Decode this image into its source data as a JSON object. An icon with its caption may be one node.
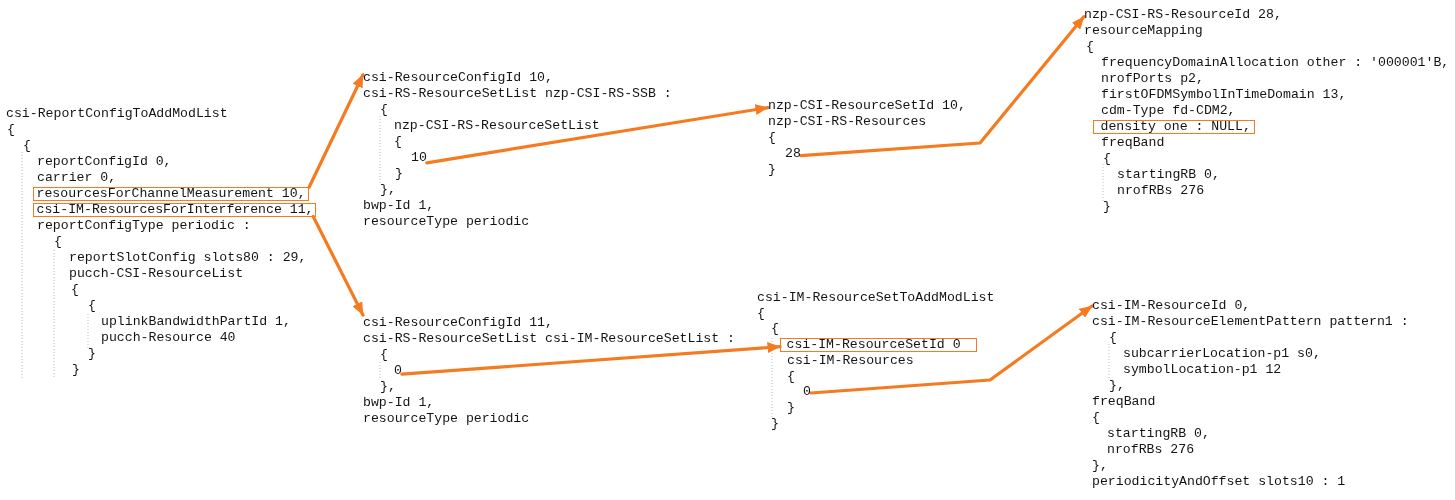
{
  "diagram": {
    "nodes": [
      {
        "text": [
          "resourcesForChannelMeasurement 10,"
        ]
      },
      {
        "text": [
          "csi-IM-ResourcesForInterference 11,"
        ]
      },
      {
        "text": [
          "csi-ResourceConfigId 10,"
        ]
      },
      {
        "text": [
          "10"
        ]
      },
      {
        "text": [
          "csi-ResourceConfigId 11,"
        ]
      },
      {
        "text": [
          "0"
        ]
      },
      {
        "text": [
          "nzp-CSI-ResourceSetId 10,"
        ]
      },
      {
        "text": [
          "28"
        ]
      },
      {
        "text": [
          "csi-IM-ResourceSetId 0"
        ]
      },
      {
        "text": [
          "0"
        ]
      },
      {
        "text": [
          "nzp-CSI-RS-ResourceId 28,"
        ]
      },
      {
        "text": [
          "density one : NULL,"
        ]
      },
      {
        "text": [
          "csi-IM-ResourceId 0,"
        ]
      }
    ],
    "edges": [
      {
        "from": 0,
        "to": 2,
        "arrow": "to"
      },
      {
        "from": 1,
        "to": 4,
        "arrow": "to"
      },
      {
        "from": 3,
        "to": 6,
        "arrow": "to"
      },
      {
        "from": 7,
        "to": 10,
        "arrow": "to"
      },
      {
        "from": 5,
        "to": 8,
        "arrow": "to"
      },
      {
        "from": 9,
        "to": 12,
        "arrow": "to"
      }
    ],
    "labels": [
      "csi-ReportConfigToAddModList",
      "{",
      "{",
      "reportConfigId 0,",
      "carrier 0,",
      "reportConfigType periodic :",
      "{",
      "reportSlotConfig slots80 : 29,",
      "pucch-CSI-ResourceList",
      "{",
      "{",
      "uplinkBandwidthPartId 1,",
      "pucch-Resource 40",
      "}",
      "}",
      "csi-RS-ResourceSetList nzp-CSI-RS-SSB :",
      "{",
      "nzp-CSI-RS-ResourceSetList",
      "{",
      "}",
      "},",
      "bwp-Id 1,",
      "resourceType periodic",
      "csi-RS-ResourceSetList csi-IM-ResourceSetList :",
      "{",
      "},",
      "bwp-Id 1,",
      "resourceType periodic",
      "nzp-CSI-RS-Resources",
      "{",
      "}",
      "csi-IM-ResourceSetToAddModList",
      "{",
      "{",
      "csi-IM-Resources",
      "{",
      "}",
      "}",
      "resourceMapping",
      "{",
      "frequencyDomainAllocation other : '000001'B,",
      "nrofPorts p2,",
      "firstOFDMSymbolInTimeDomain 13,",
      "cdm-Type fd-CDM2,",
      "freqBand",
      "{",
      "startingRB 0,",
      "nrofRBs 276",
      "}",
      "csi-IM-ResourceElementPattern pattern1 :",
      "{",
      "subcarrierLocation-p1 s0,",
      "symbolLocation-p1 12",
      "},",
      "freqBand",
      "{",
      "startingRB 0,",
      "nrofRBs 276",
      "},",
      "periodicityAndOffset slots10 : 1"
    ]
  }
}
